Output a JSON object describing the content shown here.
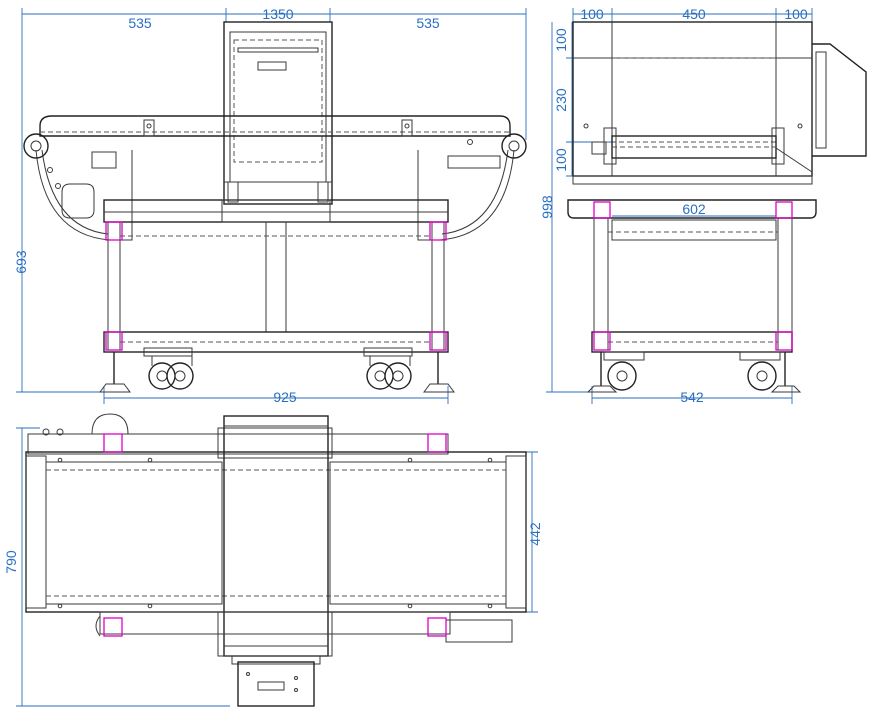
{
  "colors": {
    "dimension": "#2a6fc0",
    "linework": "#222222",
    "hidden_lines": "#555555",
    "marker": "#e000c8"
  },
  "views": {
    "front": {
      "dims": {
        "overall_width": "1350",
        "left_segment": "535",
        "right_segment": "535",
        "frame_width": "925",
        "height": "693"
      }
    },
    "side": {
      "dims": {
        "top_left": "100",
        "top_middle": "450",
        "top_right": "100",
        "v_top": "100",
        "v_middle": "230",
        "v_bottom": "100",
        "overall_height": "998",
        "inner_width": "602",
        "base_width": "542"
      }
    },
    "top": {
      "dims": {
        "overall_depth": "790",
        "belt_width": "442"
      }
    }
  }
}
